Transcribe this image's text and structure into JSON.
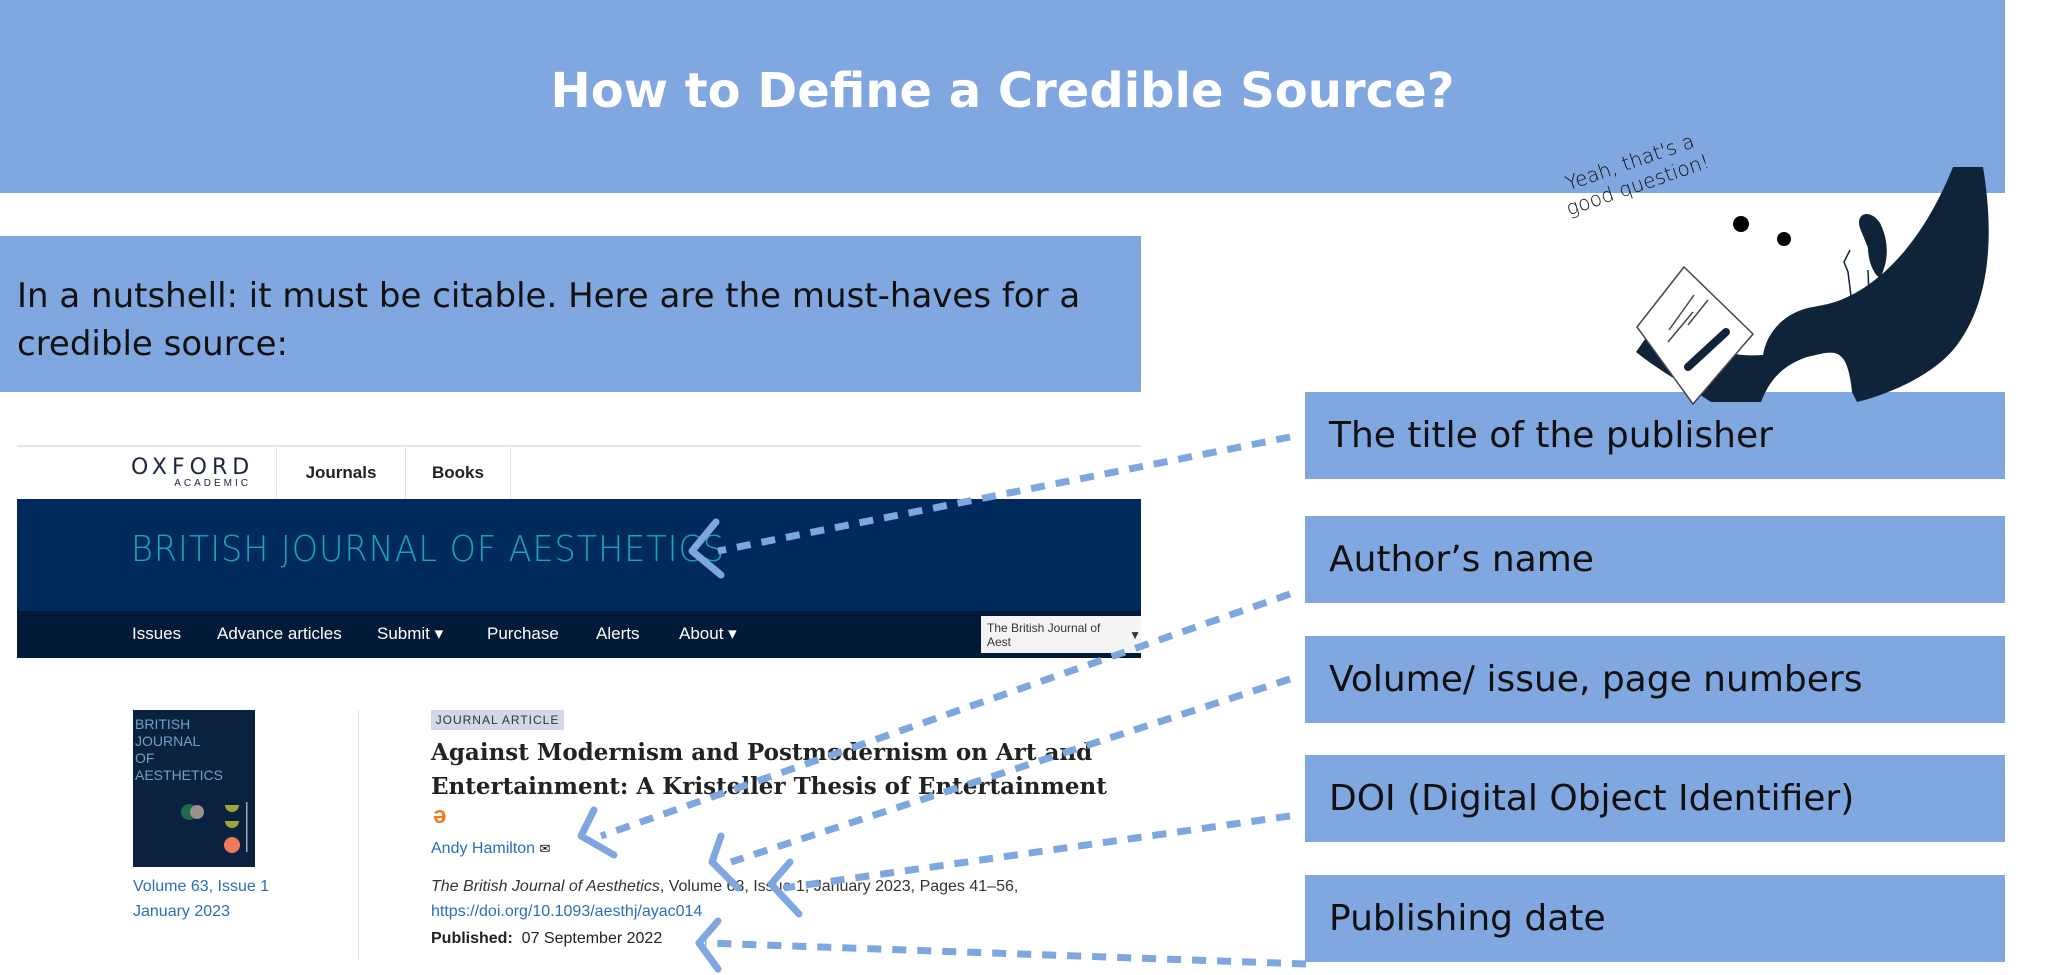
{
  "slide": {
    "title": "How to Define a Credible Source?",
    "intro": "In a nutshell: it must be citable. Here are the must-haves for a credible source:",
    "speech": [
      "Yeah, that's a",
      "good question!"
    ],
    "labels": [
      "The title of the publisher",
      "Author’s name",
      "Volume/ issue, page numbers",
      "DOI (Digital Object Identifier)",
      "Publishing date"
    ],
    "colors": {
      "accent": "#80a7e0",
      "banner": "#002a5c",
      "nav": "#001a38",
      "link": "#2a6ebb"
    }
  },
  "site": {
    "logo_main": "OXFORD",
    "logo_sub": "ACADEMIC",
    "tabs": [
      "Journals",
      "Books"
    ],
    "journal_name": "BRITISH JOURNAL OF AESTHETICS",
    "nav": [
      "Issues",
      "Advance articles",
      "Submit ▾",
      "Purchase",
      "Alerts",
      "About ▾"
    ],
    "journal_select": "The British Journal of Aest"
  },
  "article": {
    "cover_title": [
      "BRITISH",
      "JOURNAL",
      "OF",
      "AESTHETICS"
    ],
    "issue": "Volume 63, Issue 1",
    "issue_date": "January 2023",
    "type": "JOURNAL ARTICLE",
    "title": "Against Modernism and Postmodernism on Art and Entertainment: A Kristeller Thesis of Entertainment",
    "author": "Andy Hamilton",
    "journal": "The British Journal of Aesthetics",
    "citation": ", Volume 63, Issue 1, January 2023, Pages 41–56,",
    "doi": "https://doi.org/10.1093/aesthj/ayac014",
    "published_label": "Published:",
    "published_date": "07 September 2022",
    "open_access_icon": "open-access-icon",
    "email_icon": "envelope-icon"
  }
}
